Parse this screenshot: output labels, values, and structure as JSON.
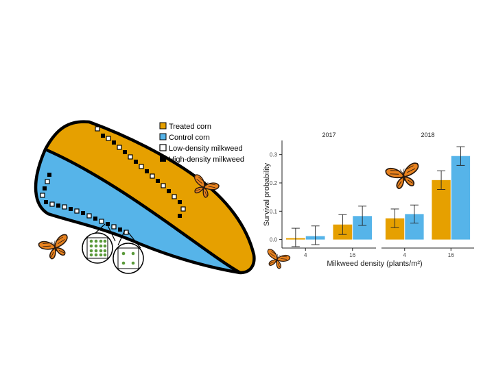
{
  "legend": {
    "items": [
      {
        "label": "Treated corn",
        "kind": "fill",
        "color": "#E6A000"
      },
      {
        "label": "Control corn",
        "kind": "fill",
        "color": "#56B4E9"
      },
      {
        "label": "Low-density milkweed",
        "kind": "open-square",
        "color": "#ffffff"
      },
      {
        "label": "High-density milkweed",
        "kind": "filled-square",
        "color": "#000000"
      }
    ]
  },
  "colors": {
    "treated": "#E6A000",
    "control": "#56B4E9",
    "outline": "#000000",
    "milkweed_leaf": "#5a9a3a",
    "butterfly_orange": "#E8821E",
    "butterfly_dark": "#2b1a0e"
  },
  "icons": [
    "monarch-butterfly-icon",
    "milkweed-patch-icon"
  ],
  "chart_data": {
    "type": "bar",
    "xlabel": "Milkweed density (plants/m²)",
    "ylabel": "Survival probability",
    "ylim": [
      -0.03,
      0.35
    ],
    "yticks": [
      "0.0",
      "0.1",
      "0.2",
      "0.3"
    ],
    "categories": [
      "4",
      "16"
    ],
    "facets": [
      {
        "title": "2017",
        "series": [
          {
            "group": "Treated corn",
            "values": [
              0.005,
              0.053
            ],
            "lower": [
              -0.025,
              0.018
            ],
            "upper": [
              0.04,
              0.088
            ]
          },
          {
            "group": "Control corn",
            "values": [
              0.012,
              0.083
            ],
            "lower": [
              -0.018,
              0.05
            ],
            "upper": [
              0.048,
              0.118
            ]
          }
        ]
      },
      {
        "title": "2018",
        "series": [
          {
            "group": "Treated corn",
            "values": [
              0.075,
              0.21
            ],
            "lower": [
              0.042,
              0.177
            ],
            "upper": [
              0.108,
              0.243
            ]
          },
          {
            "group": "Control corn",
            "values": [
              0.09,
              0.295
            ],
            "lower": [
              0.058,
              0.262
            ],
            "upper": [
              0.122,
              0.328
            ]
          }
        ]
      }
    ],
    "legend": "none",
    "grid": false
  }
}
